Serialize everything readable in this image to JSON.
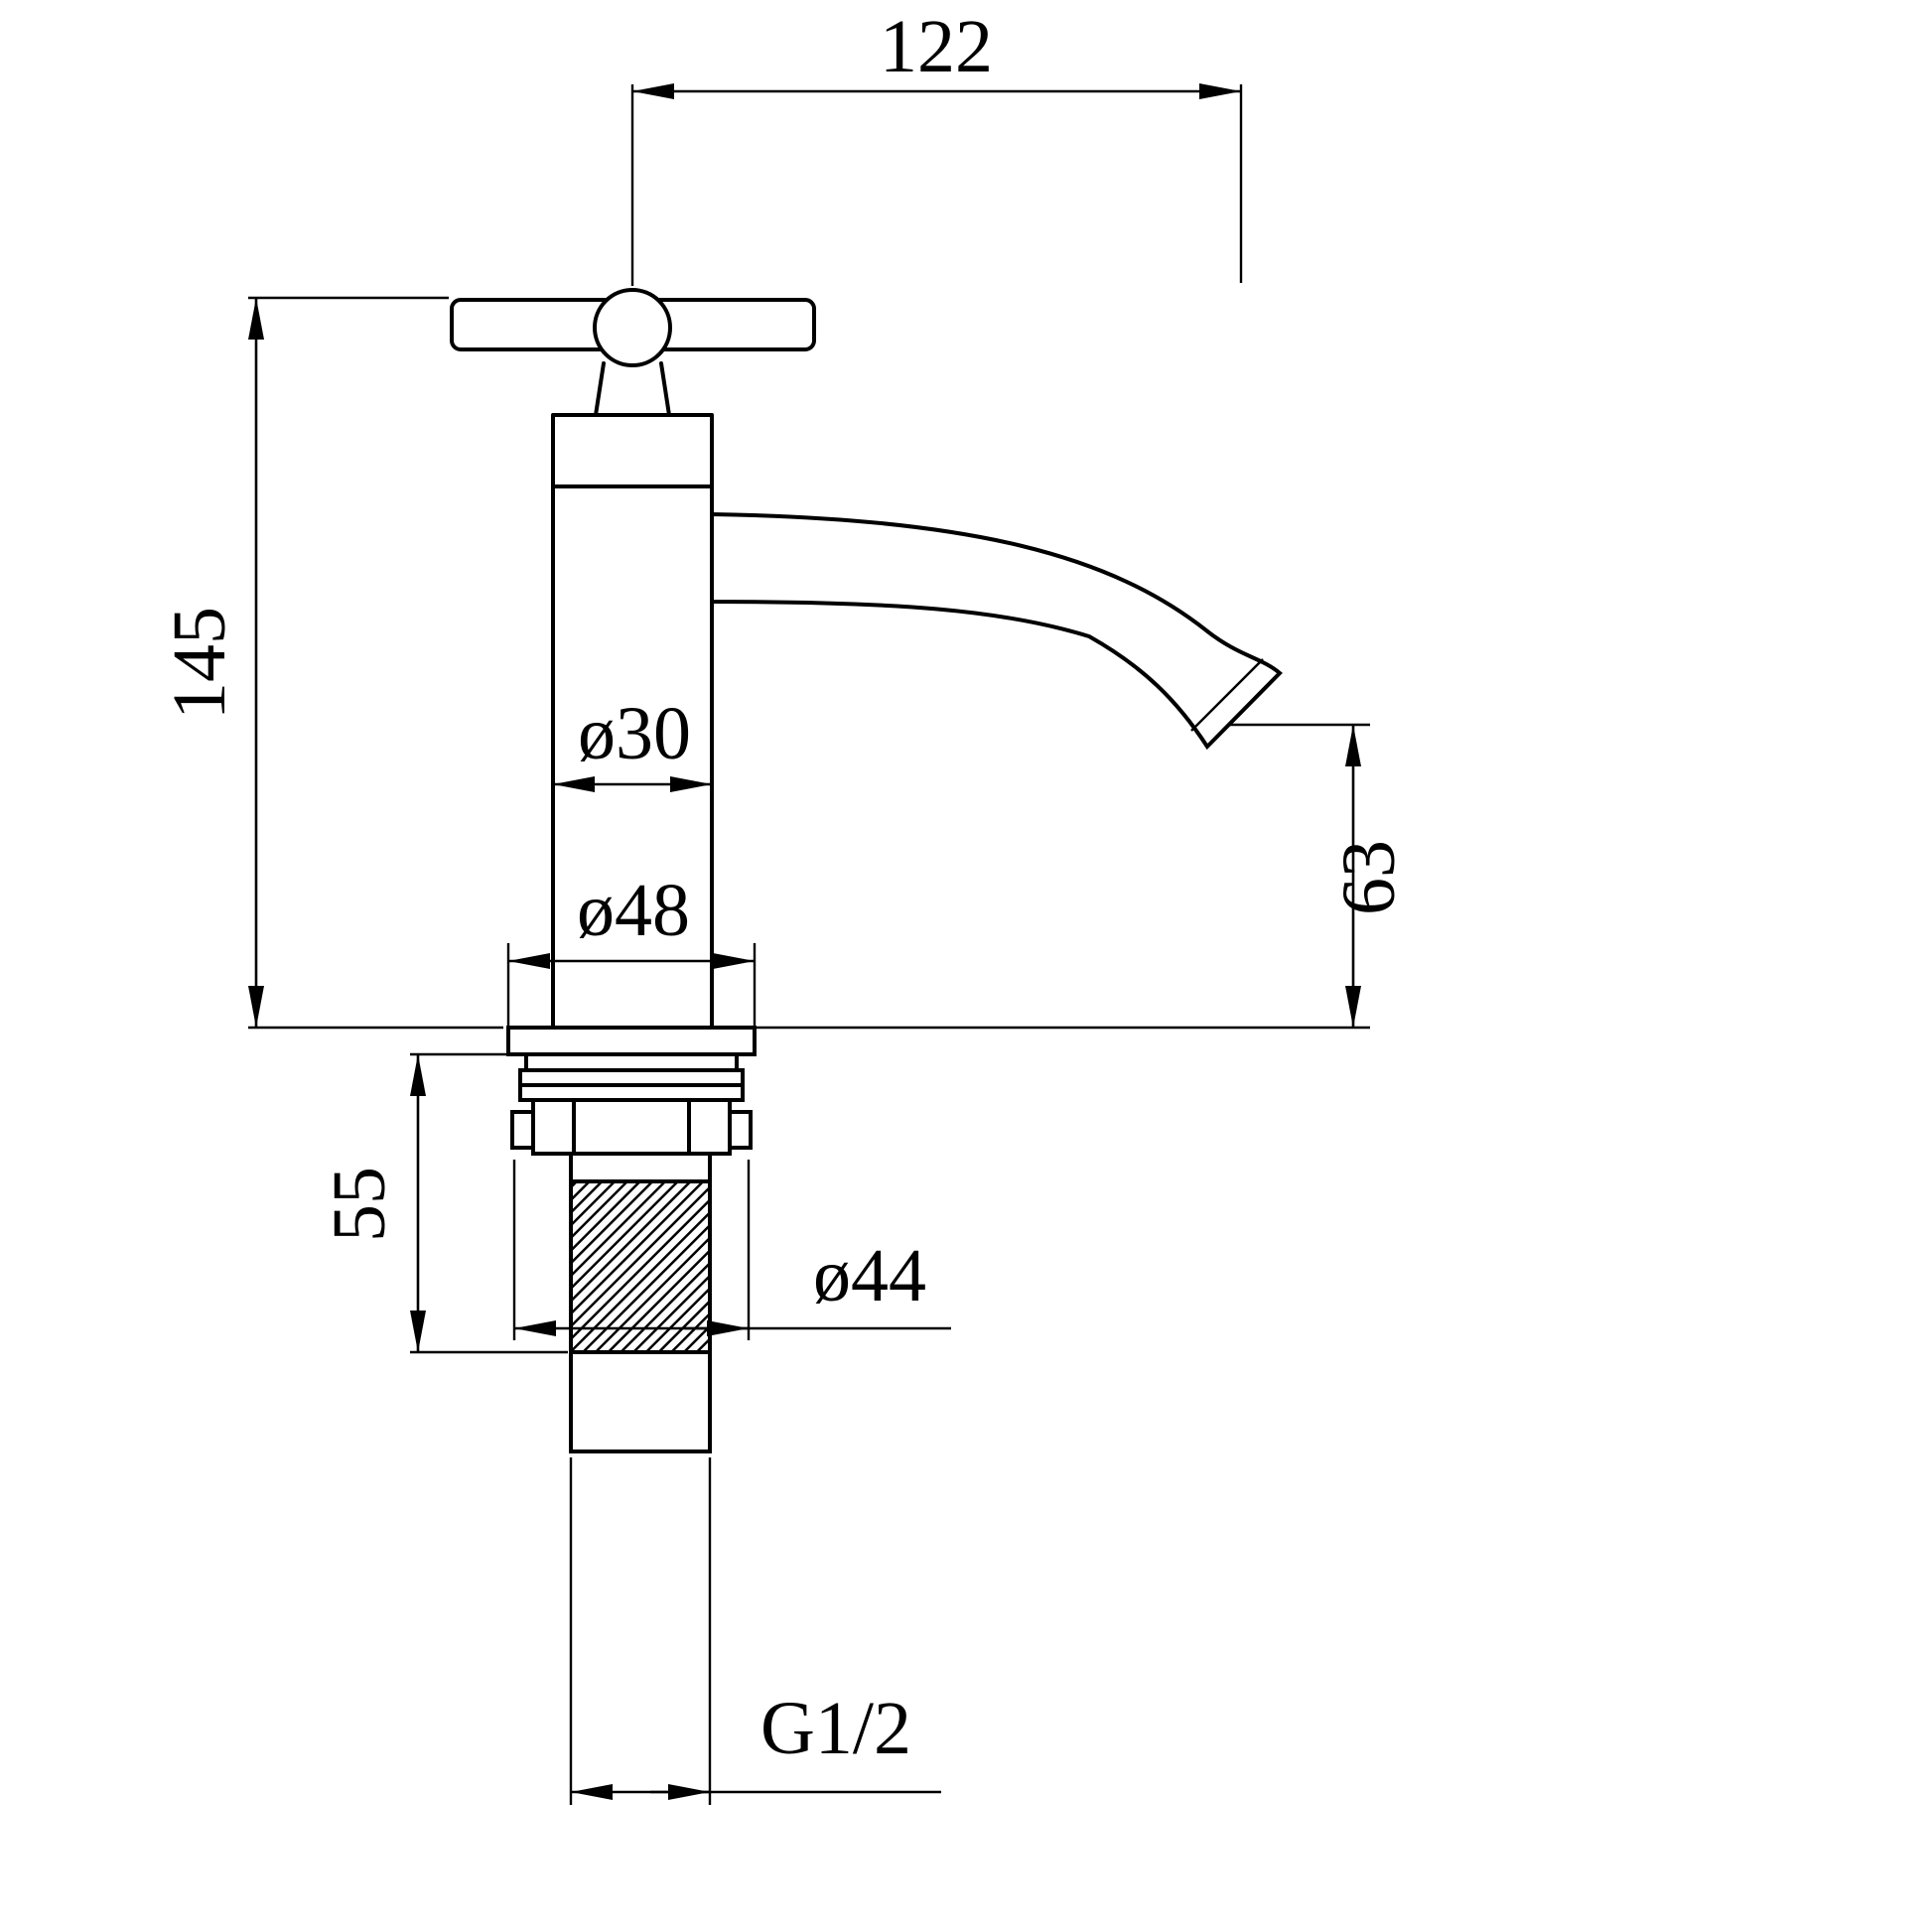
{
  "drawing": {
    "type": "technical-dimension-drawing",
    "subject": "single-lever basin tap front elevation",
    "background_color": "#ffffff",
    "line_color": "#000000",
    "dimensions": {
      "spout_reach": "122",
      "overall_height": "145",
      "body_diameter": "ø30",
      "base_diameter": "ø48",
      "spout_outlet_height": "63",
      "shank_length": "55",
      "locknut_diameter": "ø44",
      "thread": "G1/2"
    }
  }
}
